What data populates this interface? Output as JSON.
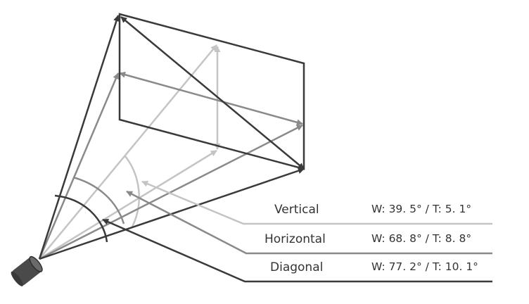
{
  "colors": {
    "dark": "#3a3a3a",
    "mid": "#8a8a8a",
    "light": "#c4c4c4",
    "text": "#333333"
  },
  "fov": [
    {
      "name": "Vertical",
      "value": "W: 39. 5° / T: 5. 1°"
    },
    {
      "name": "Horizontal",
      "value": "W: 68. 8° / T: 8. 8°"
    },
    {
      "name": "Diagonal",
      "value": "W: 77. 2° / T: 10. 1°"
    }
  ]
}
